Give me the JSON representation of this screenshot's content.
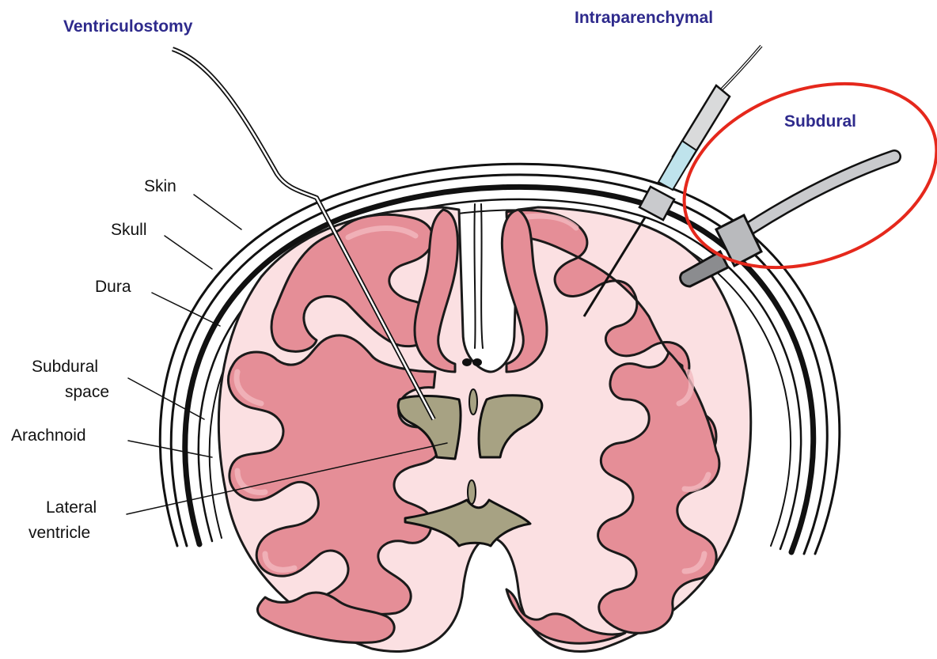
{
  "devices": {
    "ventriculostomy": "Ventriculostomy",
    "intraparenchymal": "Intraparenchymal",
    "subdural": "Subdural"
  },
  "layers": {
    "skin": "Skin",
    "skull": "Skull",
    "dura": "Dura",
    "subdural_space_line1": "Subdural",
    "subdural_space_line2": "space",
    "arachnoid": "Arachnoid",
    "lateral_ventricle_line1": "Lateral",
    "lateral_ventricle_line2": "ventricle"
  },
  "colors": {
    "device_label": "#2e2a8c",
    "cortex": "#e58e97",
    "white_matter": "#fbe0e2",
    "ventricle": "#a7a283",
    "highlight_ellipse": "#e5281c",
    "catheter_fill": "#c9cacd",
    "bolt_fluid": "#bfe3ec"
  }
}
